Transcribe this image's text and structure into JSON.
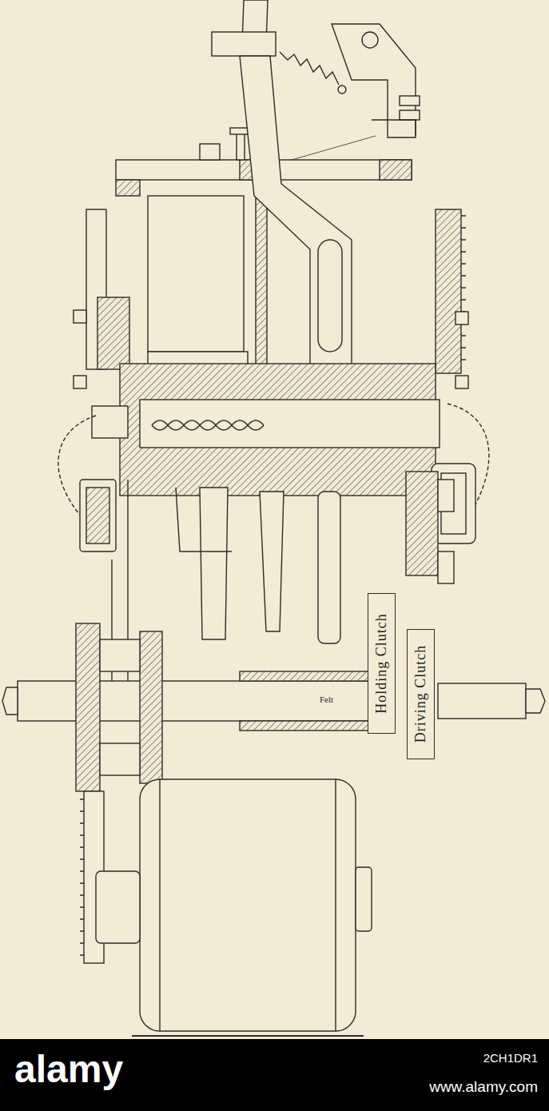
{
  "diagram": {
    "nodes": [
      {
        "text": [
          "Holding Clutch"
        ]
      },
      {
        "text": [
          "Driving Clutch"
        ]
      }
    ],
    "labels": [
      "Felt",
      "alamy",
      "2CH1DR1",
      "www.alamy.com"
    ]
  }
}
